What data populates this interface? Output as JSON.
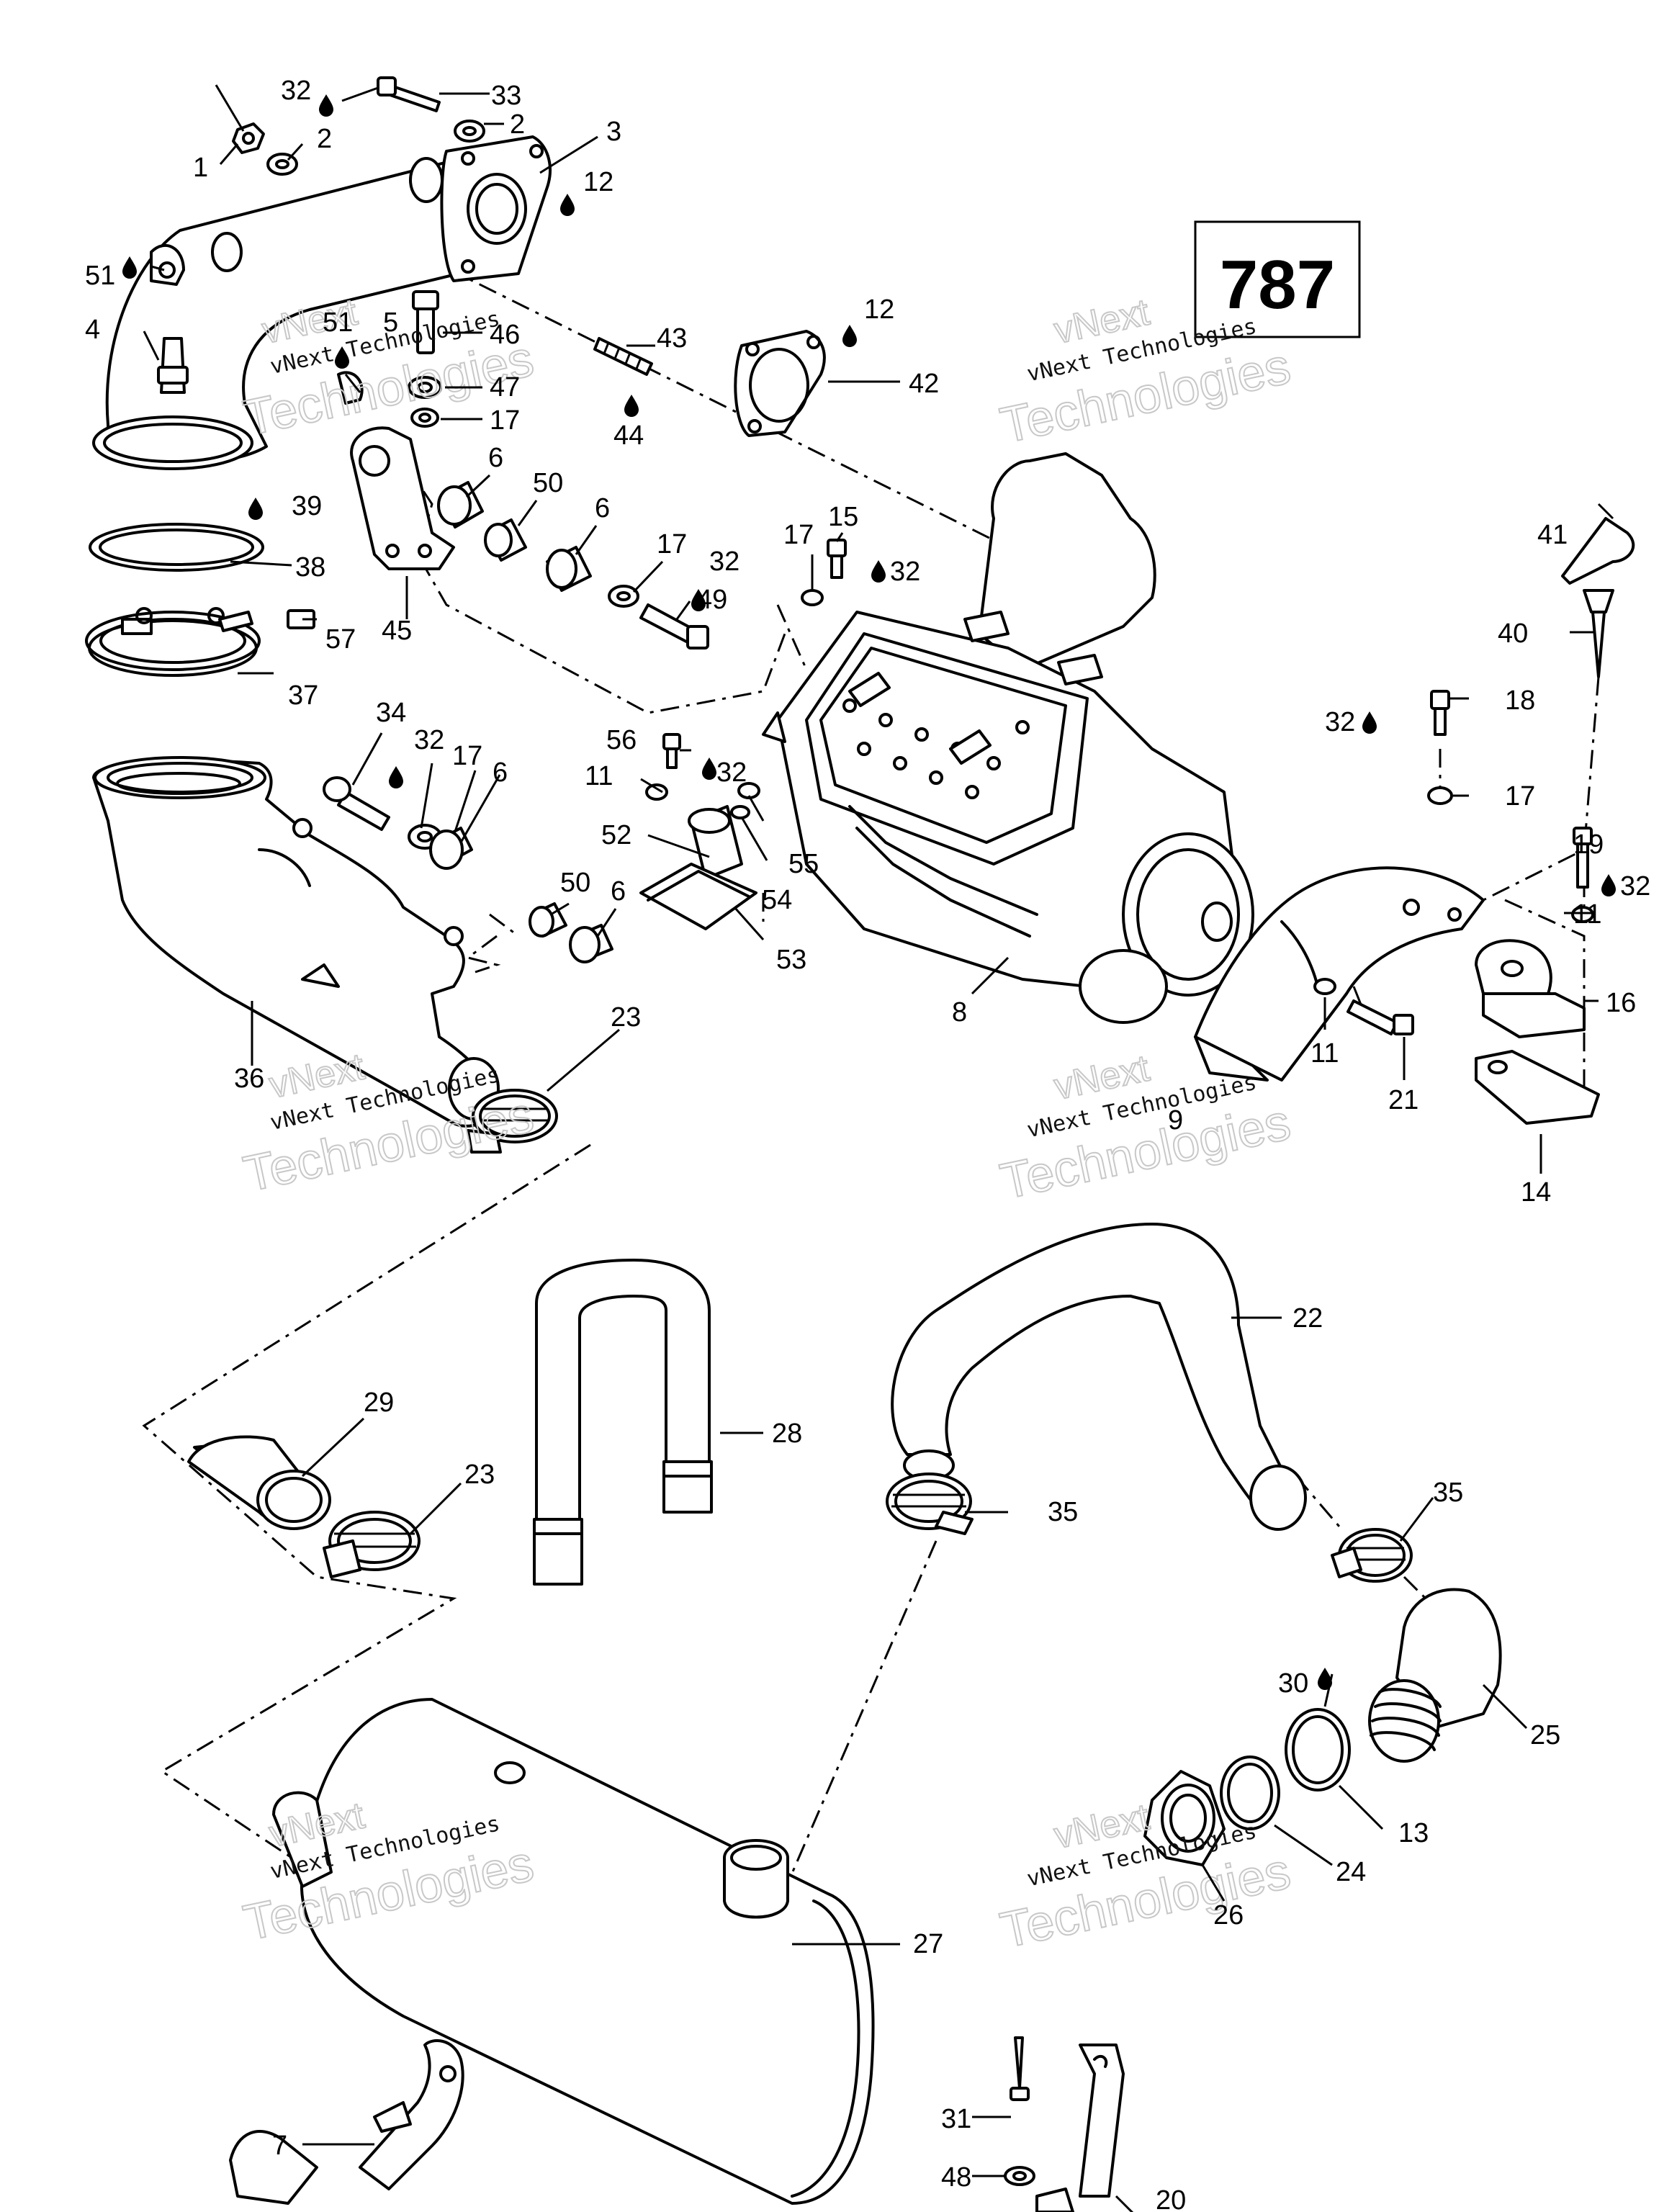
{
  "page_number": "787",
  "watermark": {
    "line1": "vNext Technologies",
    "line2": "Technologies",
    "line3": "vNext"
  },
  "callouts": [
    {
      "id": "c1",
      "text": "1"
    },
    {
      "id": "c2a",
      "text": "2"
    },
    {
      "id": "c2b",
      "text": "2"
    },
    {
      "id": "c32a",
      "text": "32"
    },
    {
      "id": "c33",
      "text": "33"
    },
    {
      "id": "c3",
      "text": "3"
    },
    {
      "id": "c12a",
      "text": "12"
    },
    {
      "id": "c51a",
      "text": "51"
    },
    {
      "id": "c4",
      "text": "4"
    },
    {
      "id": "c51b",
      "text": "51"
    },
    {
      "id": "c5",
      "text": "5"
    },
    {
      "id": "c46",
      "text": "46"
    },
    {
      "id": "c47",
      "text": "47"
    },
    {
      "id": "c17a",
      "text": "17"
    },
    {
      "id": "c43",
      "text": "43"
    },
    {
      "id": "c44",
      "text": "44"
    },
    {
      "id": "c12b",
      "text": "12"
    },
    {
      "id": "c42",
      "text": "42"
    },
    {
      "id": "c6a",
      "text": "6"
    },
    {
      "id": "c50a",
      "text": "50"
    },
    {
      "id": "c6b",
      "text": "6"
    },
    {
      "id": "c17b",
      "text": "17"
    },
    {
      "id": "c32b",
      "text": "32"
    },
    {
      "id": "c49",
      "text": "49"
    },
    {
      "id": "c45",
      "text": "45"
    },
    {
      "id": "c39",
      "text": "39"
    },
    {
      "id": "c38",
      "text": "38"
    },
    {
      "id": "c57",
      "text": "57"
    },
    {
      "id": "c37",
      "text": "37"
    },
    {
      "id": "c15",
      "text": "15"
    },
    {
      "id": "c17c",
      "text": "17"
    },
    {
      "id": "c32c",
      "text": "32"
    },
    {
      "id": "c41",
      "text": "41"
    },
    {
      "id": "c40",
      "text": "40"
    },
    {
      "id": "c18",
      "text": "18"
    },
    {
      "id": "c32d",
      "text": "32"
    },
    {
      "id": "c17d",
      "text": "17"
    },
    {
      "id": "c19",
      "text": "19"
    },
    {
      "id": "c32e",
      "text": "32"
    },
    {
      "id": "c11a",
      "text": "11"
    },
    {
      "id": "c16",
      "text": "16"
    },
    {
      "id": "c14",
      "text": "14"
    },
    {
      "id": "c11b",
      "text": "11"
    },
    {
      "id": "c21",
      "text": "21"
    },
    {
      "id": "c9",
      "text": "9"
    },
    {
      "id": "c8",
      "text": "8"
    },
    {
      "id": "c34",
      "text": "34"
    },
    {
      "id": "c32f",
      "text": "32"
    },
    {
      "id": "c17e",
      "text": "17"
    },
    {
      "id": "c6c",
      "text": "6"
    },
    {
      "id": "c56",
      "text": "56"
    },
    {
      "id": "c32g",
      "text": "32"
    },
    {
      "id": "c11c",
      "text": "11"
    },
    {
      "id": "c52",
      "text": "52"
    },
    {
      "id": "c55",
      "text": "55"
    },
    {
      "id": "c54",
      "text": "54"
    },
    {
      "id": "c53",
      "text": "53"
    },
    {
      "id": "c50b",
      "text": "50"
    },
    {
      "id": "c6d",
      "text": "6"
    },
    {
      "id": "c36",
      "text": "36"
    },
    {
      "id": "c23a",
      "text": "23"
    },
    {
      "id": "c22",
      "text": "22"
    },
    {
      "id": "c28",
      "text": "28"
    },
    {
      "id": "c29",
      "text": "29"
    },
    {
      "id": "c23b",
      "text": "23"
    },
    {
      "id": "c35a",
      "text": "35"
    },
    {
      "id": "c35b",
      "text": "35"
    },
    {
      "id": "c30",
      "text": "30"
    },
    {
      "id": "c25",
      "text": "25"
    },
    {
      "id": "c13",
      "text": "13"
    },
    {
      "id": "c24",
      "text": "24"
    },
    {
      "id": "c26",
      "text": "26"
    },
    {
      "id": "c27",
      "text": "27"
    },
    {
      "id": "c7",
      "text": "7"
    },
    {
      "id": "c31",
      "text": "31"
    },
    {
      "id": "c48",
      "text": "48"
    },
    {
      "id": "c20",
      "text": "20"
    }
  ]
}
